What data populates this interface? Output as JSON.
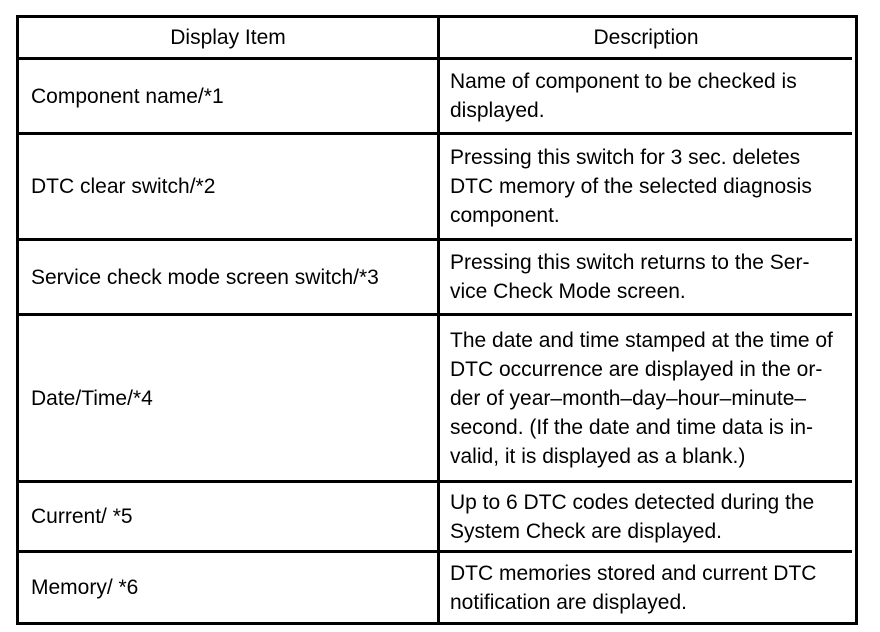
{
  "table": {
    "headers": {
      "display_item": "Display Item",
      "description": "Description"
    },
    "rows": [
      {
        "item": "Component name/*1",
        "desc_lines": [
          "Name of component to be checked is",
          "displayed."
        ]
      },
      {
        "item": "DTC clear switch/*2",
        "desc_lines": [
          "Pressing this switch for 3 sec. deletes",
          "DTC memory of the selected diagnosis",
          "component."
        ]
      },
      {
        "item": "Service check mode screen switch/*3",
        "desc_lines": [
          "Pressing this switch returns to the Ser-",
          "vice Check Mode screen."
        ]
      },
      {
        "item": "Date/Time/*4",
        "desc_lines": [
          "The date and time stamped at the time of",
          "DTC occurrence are displayed in the or-",
          "der of year–month–day–hour–minute–",
          "second. (If the date and time data is in-",
          "valid, it is displayed as a blank.)"
        ]
      },
      {
        "item": "Current/ *5",
        "desc_lines": [
          "Up to 6 DTC codes detected during the",
          "System Check are displayed."
        ]
      },
      {
        "item": "Memory/ *6",
        "desc_lines": [
          "DTC memories stored and current DTC",
          "notification are displayed."
        ]
      }
    ]
  }
}
